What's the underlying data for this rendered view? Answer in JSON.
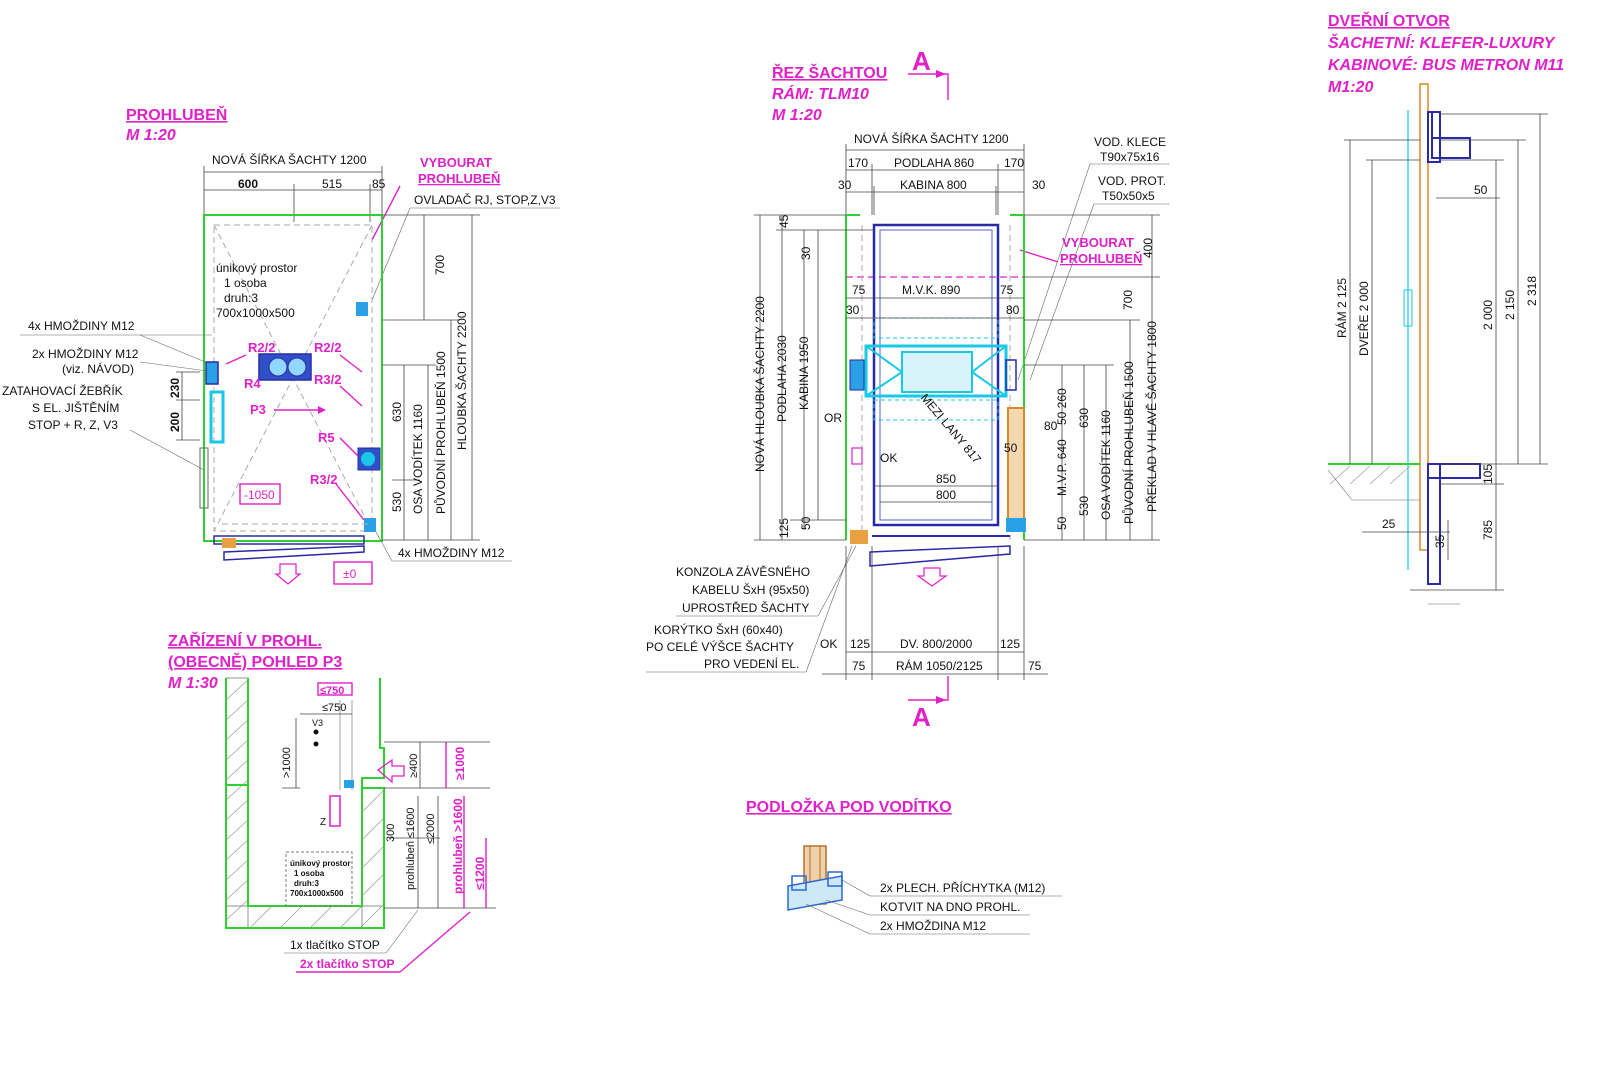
{
  "pit": {
    "title": "PROHLUBEŇ",
    "scale": "M 1:20",
    "new_width": "NOVÁ ŠÍŘKA ŠACHTY 1200",
    "d600": "600",
    "d515": "515",
    "d85": "85",
    "demolish1": "VYBOURAT",
    "demolish2": "PROHLUBEŇ",
    "controller": "OVLADAČ RJ, STOP,Z,V3",
    "refuge1": "únikový prostor",
    "refuge2": "1 osoba",
    "refuge3": "druh:3",
    "refuge4": "700x1000x500",
    "anchors_top": "4x HMOŽDINY M12",
    "anchors_2x": "2x HMOŽDINY M12",
    "anchors_2x_note": "(viz. NÁVOD)",
    "ladder1": "ZATAHOVACÍ ŽEBŘÍK",
    "ladder2": "S EL. JIŠTĚNÍM",
    "ladder3": "STOP + R, Z, V3",
    "r22a": "R2/2",
    "r22b": "R2/2",
    "r4": "R4",
    "r32a": "R3/2",
    "p3": "P3",
    "r5": "R5",
    "r32b": "R3/2",
    "level_neg": "-1050",
    "level_zero": "±0",
    "anchors_bottom": "4x HMOŽDINY M12",
    "d230": "230",
    "d200": "200",
    "d700": "700",
    "d630": "630",
    "d530": "530",
    "guide_axis": "OSA VODÍTEK 1160",
    "orig_pit": "PŮVODNÍ PROHLUBEŇ 1500",
    "pit_depth": "HLOUBKA ŠACHTY 2200"
  },
  "pit_equipment": {
    "title1": "ZAŘÍZENÍ V PROHL.",
    "title2": "(OBECNĚ) POHLED P3",
    "scale": "M 1:30",
    "le750a": "≤750",
    "le750b": "≤750",
    "v3": "V3",
    "gt1000": ">1000",
    "ge400": "≥400",
    "ge1000": "≥1000",
    "z": "Z",
    "d300": "300",
    "pit_le1600": "prohlubeň ≤1600",
    "le2000": "≤2000",
    "pit_gt1600": "prohlubeň >1600",
    "le1200": "≤1200",
    "refuge1": "únikový prostor",
    "refuge2": "1 osoba",
    "refuge3": "druh:3",
    "refuge4": "700x1000x500",
    "stop1": "1x tlačítko STOP",
    "stop2": "2x tlačítko STOP"
  },
  "section": {
    "title": "ŘEZ ŠACHTOU",
    "frame": "RÁM: TLM10",
    "scale": "M 1:20",
    "marker_a": "A",
    "new_width": "NOVÁ ŠÍŘKA ŠACHTY 1200",
    "d170a": "170",
    "floor": "PODLAHA 860",
    "d170b": "170",
    "d30a": "30",
    "cabin": "KABINA 800",
    "d30b": "30",
    "cab_guide1": "VOD. KLECE",
    "cab_guide2": "T90x75x16",
    "cw_guide1": "VOD. PROT.",
    "cw_guide2": "T50x50x5",
    "demolish1": "VYBOURAT",
    "demolish2": "PROHLUBEŇ",
    "d45": "45",
    "d30v": "30",
    "d400": "400",
    "d700": "700",
    "d75a": "75",
    "mvk": "M.V.K. 890",
    "d75b": "75",
    "d30c": "30",
    "d80a": "80",
    "new_depth": "NOVÁ HLOUBKA ŠACHTY 2200",
    "floor_v": "PODLAHA 2030",
    "cabin_v": "KABINA 1950",
    "or": "OR",
    "ok1": "OK",
    "between_ropes": "MEZI LANY 817",
    "d50a": "50",
    "d80b": "80",
    "d850": "850",
    "d800": "800",
    "d125": "125",
    "d50b": "50",
    "d50_260": "50 260",
    "mvp": "M.V.P. 640",
    "d630": "630",
    "d50c": "50",
    "d530": "530",
    "d50d": "50",
    "guide_axis": "OSA VODÍTEK 1160",
    "orig_pit": "PŮVODNÍ PROHLUBEŇ 1500",
    "overhead": "PŘEKLAD V HLAVĚ ŠACHTY 1800",
    "bracket1": "KONZOLA ZÁVĚSNÉHO",
    "bracket2": "KABELU ŠxH (95x50)",
    "bracket3": "UPROSTŘED ŠACHTY",
    "trunk1": "KORÝTKO ŠxH (60x40)",
    "trunk2": "PO CELÉ VÝŠCE ŠACHTY",
    "trunk3": "PRO VEDENÍ EL.",
    "ok2": "OK",
    "d125a": "125",
    "door": "DV. 800/2000",
    "d125b": "125",
    "d75c": "75",
    "frame_dim": "RÁM 1050/2125",
    "d75d": "75"
  },
  "door_opening": {
    "title": "DVEŘNÍ OTVOR",
    "shaft": "ŠACHETNÍ: KLEFER-LUXURY",
    "cabin": "KABINOVÉ: BUS METRON M11",
    "scale": "M1:20",
    "d50": "50",
    "frame": "RÁM 2 125",
    "doors": "DVEŘE  2 000",
    "d2000": "2 000",
    "d2150": "2 150",
    "d2318": "2 318",
    "d105": "105",
    "d25": "25",
    "d35": "35",
    "d785": "785"
  },
  "guide_pad": {
    "title": "PODLOŽKA POD VODÍTKO",
    "l1": "2x PLECH. PŘÍCHYTKA (M12)",
    "l2": "KOTVIT NA DNO PROHL.",
    "l3": "2x HMOŽDINA M12"
  },
  "colors": {
    "annotation": "#e020c8",
    "walls": "#2fd02f",
    "cabin": "#2a2aa8",
    "frame": "#19c8e6",
    "counterweight": "#d88a2a"
  }
}
